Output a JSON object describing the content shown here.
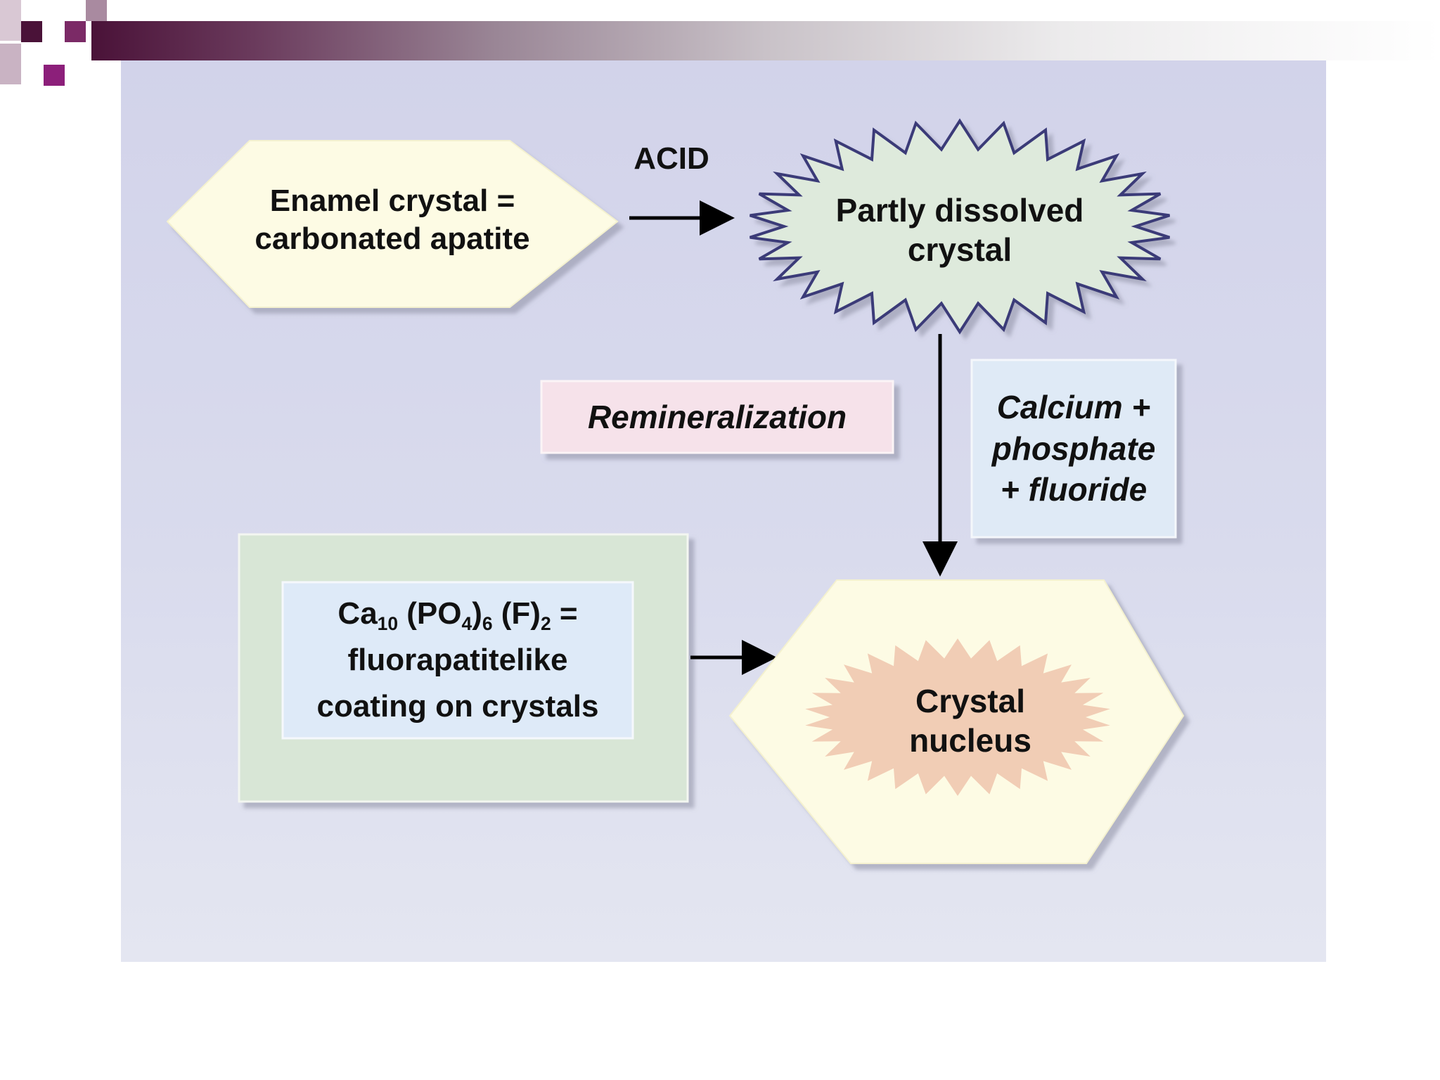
{
  "slide": {
    "accent_colors": [
      "#4a1238",
      "#7b2a66",
      "#8c1f7a",
      "#a98aa0"
    ]
  },
  "diagram": {
    "enamel_crystal": {
      "line1": "Enamel crystal =",
      "line2": "carbonated apatite",
      "shape": "hexagon",
      "fill": "#fdfbe4"
    },
    "acid_arrow": {
      "label": "ACID"
    },
    "partly_dissolved": {
      "line1": "Partly dissolved",
      "line2": "crystal",
      "shape": "starburst",
      "fill": "#deeadc",
      "stroke": "#3a3a78"
    },
    "remineralization": {
      "label": "Remineralization",
      "fill": "#f6e2ea"
    },
    "ions_box": {
      "line1": "Calcium +",
      "line2": "phosphate",
      "line3": "+ fluoride",
      "fill": "#dfeaf6"
    },
    "fluorapatite": {
      "formula_ca": "Ca",
      "formula_ca_sub": "10",
      "formula_po": "(PO",
      "formula_po_sub": "4",
      "formula_po_close": ")",
      "formula_po_close_sub": "6",
      "formula_f": "(F)",
      "formula_f_sub": "2",
      "formula_eq": "=",
      "line2": "fluorapatitelike",
      "line3": "coating on crystals",
      "outer_fill": "#d8e6d6",
      "inner_fill": "#deeaf8"
    },
    "crystal_nucleus": {
      "line1": "Crystal",
      "line2": "nucleus",
      "outer_shape": "hexagon",
      "outer_fill": "#fdfbe4",
      "inner_shape": "starburst",
      "inner_fill": "#f1cdb5"
    }
  }
}
